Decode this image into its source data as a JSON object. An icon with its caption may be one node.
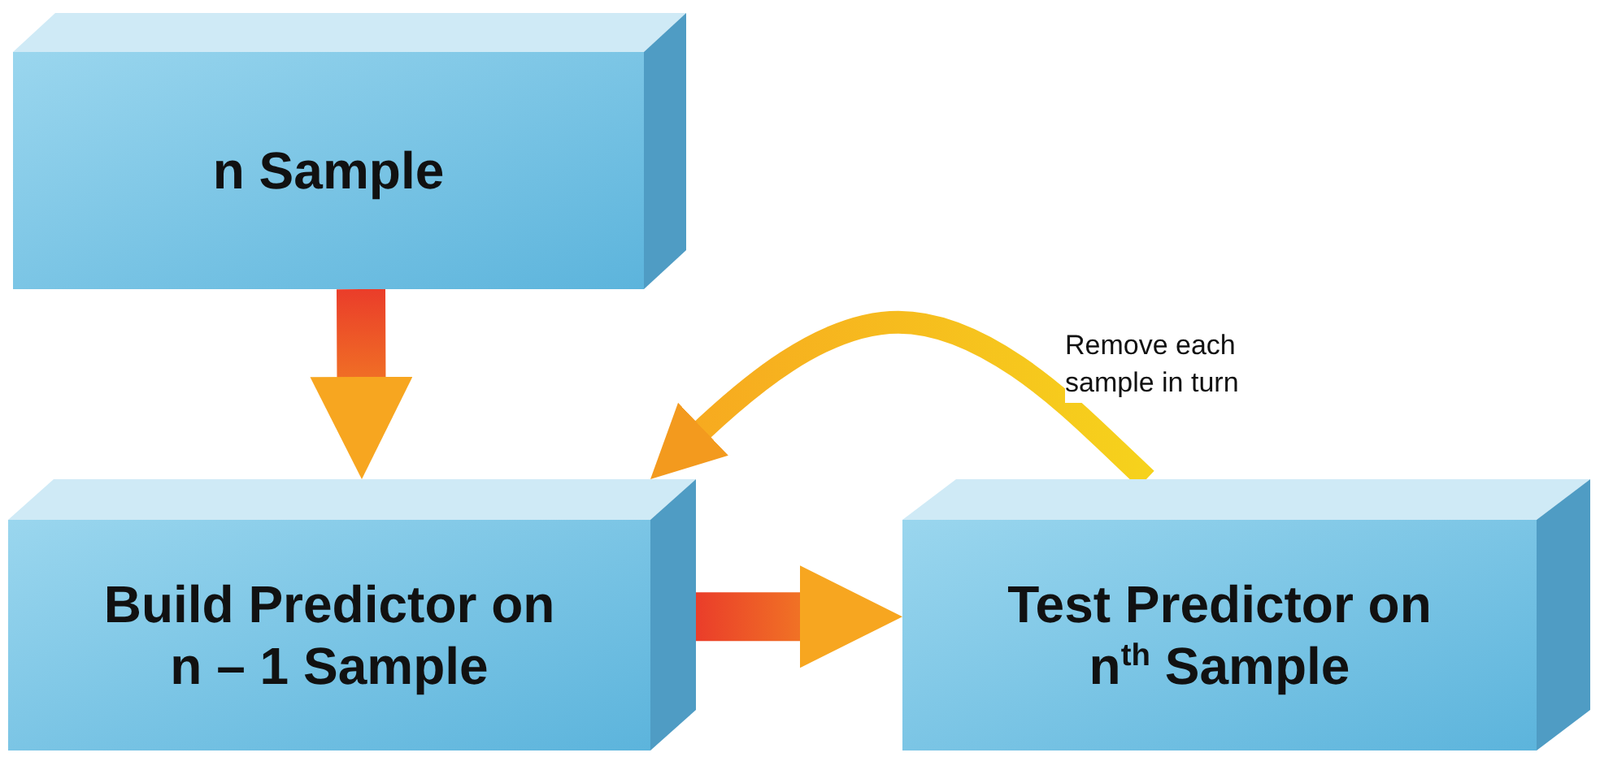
{
  "diagram": {
    "nodes": [
      {
        "text": [
          "n Sample"
        ]
      },
      {
        "text": [
          "Build Predictor on n – 1 Sample"
        ]
      },
      {
        "text": [
          "Test Predictor on n$^{th}$ Sample"
        ]
      }
    ],
    "edges": [
      {
        "from": 0,
        "to": 1,
        "arrow": "to",
        "style": "thick"
      },
      {
        "from": 1,
        "to": 2,
        "arrow": "to",
        "style": "thick"
      },
      {
        "from": 2,
        "to": 1,
        "arrow": "to",
        "label": "Remove each sample in turn"
      }
    ]
  }
}
